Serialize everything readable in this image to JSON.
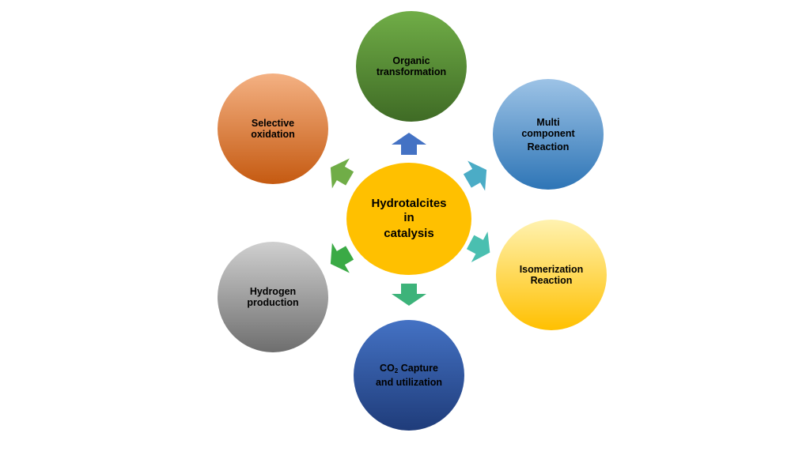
{
  "center": {
    "lines": [
      "Hydrotalcites",
      "in",
      "catalysis"
    ],
    "color": "#FFC000"
  },
  "nodes": [
    {
      "id": "organic",
      "lines": [
        "Organic",
        "transformation"
      ],
      "color_light": "#70AD47",
      "color_dark": "#3F6B25"
    },
    {
      "id": "multicomponent",
      "lines": [
        "Multi",
        "component",
        "Reaction"
      ],
      "color_light": "#9DC3E6",
      "color_dark": "#2E75B6"
    },
    {
      "id": "isomerization",
      "lines": [
        "Isomerization",
        "Reaction"
      ],
      "color_light": "#FFF2B0",
      "color_dark": "#FFC000"
    },
    {
      "id": "co2",
      "lines": [
        "CO2 Capture",
        "and utilization"
      ],
      "color_light": "#4472C4",
      "color_dark": "#1F3C7A"
    },
    {
      "id": "hydrogen",
      "lines": [
        "Hydrogen",
        "production"
      ],
      "color_light": "#D0D0D0",
      "color_dark": "#6E6E6E"
    },
    {
      "id": "selective",
      "lines": [
        "Selective",
        "oxidation"
      ],
      "color_light": "#F4B183",
      "color_dark": "#C55A11"
    }
  ],
  "arrows": [
    {
      "to": "organic",
      "color": "#4472C4"
    },
    {
      "to": "multicomponent",
      "color": "#4BACC6"
    },
    {
      "to": "isomerization",
      "color": "#4ABFB0"
    },
    {
      "to": "co2",
      "color": "#3DB37A"
    },
    {
      "to": "hydrogen",
      "color": "#3AAA45"
    },
    {
      "to": "selective",
      "color": "#70AD47"
    }
  ]
}
